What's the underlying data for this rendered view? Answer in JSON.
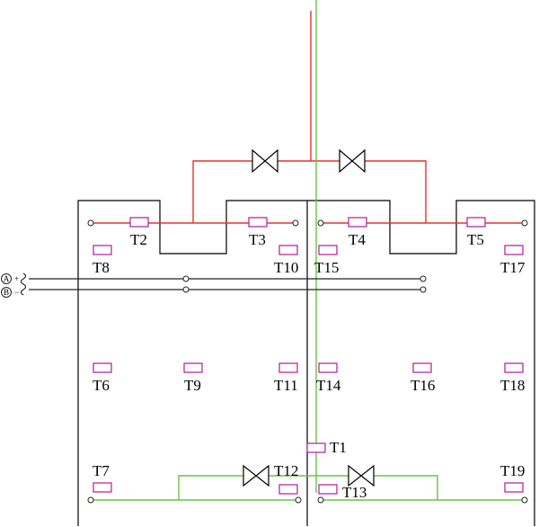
{
  "sensors": {
    "T1": "T1",
    "T2": "T2",
    "T3": "T3",
    "T4": "T4",
    "T5": "T5",
    "T6": "T6",
    "T7": "T7",
    "T8": "T8",
    "T9": "T9",
    "T10": "T10",
    "T11": "T11",
    "T12": "T12",
    "T13": "T13",
    "T14": "T14",
    "T15": "T15",
    "T16": "T16",
    "T17": "T17",
    "T18": "T18",
    "T19": "T19"
  },
  "electrodes": {
    "a": {
      "letter": "A",
      "sign": "+"
    },
    "b": {
      "letter": "B",
      "sign": "−"
    }
  },
  "colors": {
    "hot_pipe": "#e8302a",
    "cold_pipe": "#6cc24a",
    "sensor": "#b5179e",
    "structure": "#000000"
  }
}
